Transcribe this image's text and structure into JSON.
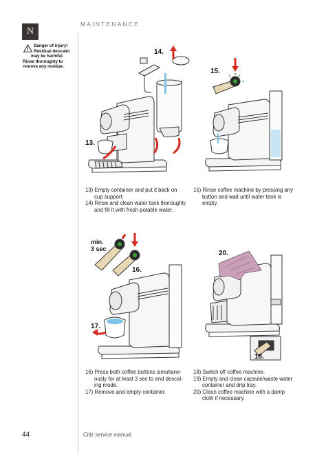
{
  "header": {
    "section": "MAINTENANCE",
    "logo_letter": "N"
  },
  "warning": {
    "line1": "Danger of injury!",
    "line2": "Residual descaler",
    "line3": "may be harmful.",
    "line4": "Rinse thoroughly to",
    "line5": "remove any residue."
  },
  "steps": {
    "s13": {
      "label": "13.",
      "caption_l1": "13) Empty container and put it back on",
      "caption_l2": "cup support."
    },
    "s14": {
      "label": "14.",
      "caption_l1": "14) Rinse and clean water tank thoroughly",
      "caption_l2": "and fill it with fresh potable water."
    },
    "s15": {
      "label": "15.",
      "caption_l1": "15) Rinse coffee machine by pressing any",
      "caption_l2": "button and wait until water tank is",
      "caption_l3": "empty."
    },
    "s16": {
      "label": "16.",
      "min": "min.",
      "sec": "3 sec",
      "caption_l1": "16) Press both coffee buttons simultane-",
      "caption_l2": "ously for at least 3 sec to end descal-",
      "caption_l3": "ing mode."
    },
    "s17": {
      "label": "17.",
      "caption_l1": "17) Remove and empty container."
    },
    "s18": {
      "label": "18.",
      "caption_l1": "18) Switch off coffee machine."
    },
    "s19": {
      "caption_l1": "19) Empty and clean capsule/waste water",
      "caption_l2": "container and drip tray."
    },
    "s20": {
      "label": "20.",
      "caption_l1": "20) Clean coffee machine with a damp",
      "caption_l2": "cloth if necessary."
    }
  },
  "footer": {
    "page_number": "44",
    "manual_title": "Citiz service manual"
  },
  "colors": {
    "accent_red": "#d42a1f",
    "led_green": "#3aa035",
    "water_blue": "#7ec3e6",
    "cloth_pink": "#c9a0b8"
  }
}
